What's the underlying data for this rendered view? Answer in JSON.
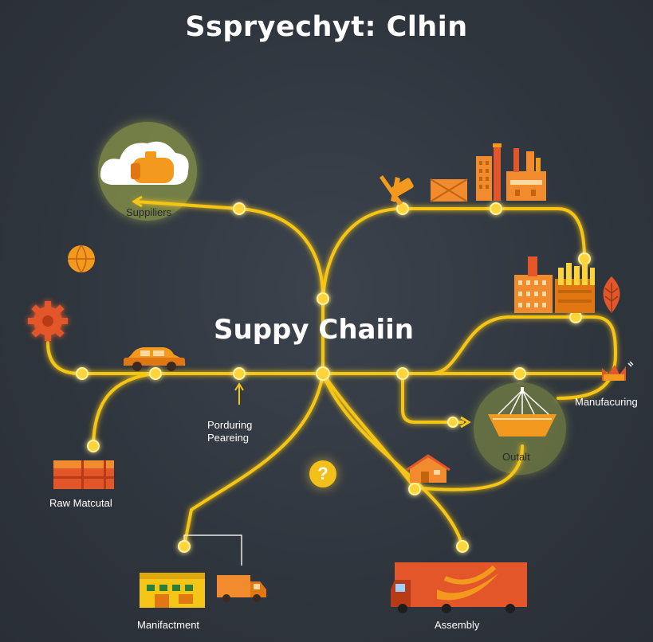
{
  "title": "Sspryechyt: Clhin",
  "center_label": "Suppy Chaiin",
  "labels": {
    "suppliers": "Suppiliers",
    "manufacturing": "Manufacuring",
    "porduring": "Porduring\nPeareing",
    "outalt": "Outalt",
    "raw_material": "Raw Matcutal",
    "manifactment": "Manifactment",
    "assembly": "Assembly"
  },
  "question_mark": "?",
  "colors": {
    "background": "#2f353d",
    "line": "#f5c518",
    "node": "#ffd43b",
    "icon_orange": "#f28a2e",
    "icon_red": "#e2562a",
    "glow_disc": "#b8c85a"
  }
}
